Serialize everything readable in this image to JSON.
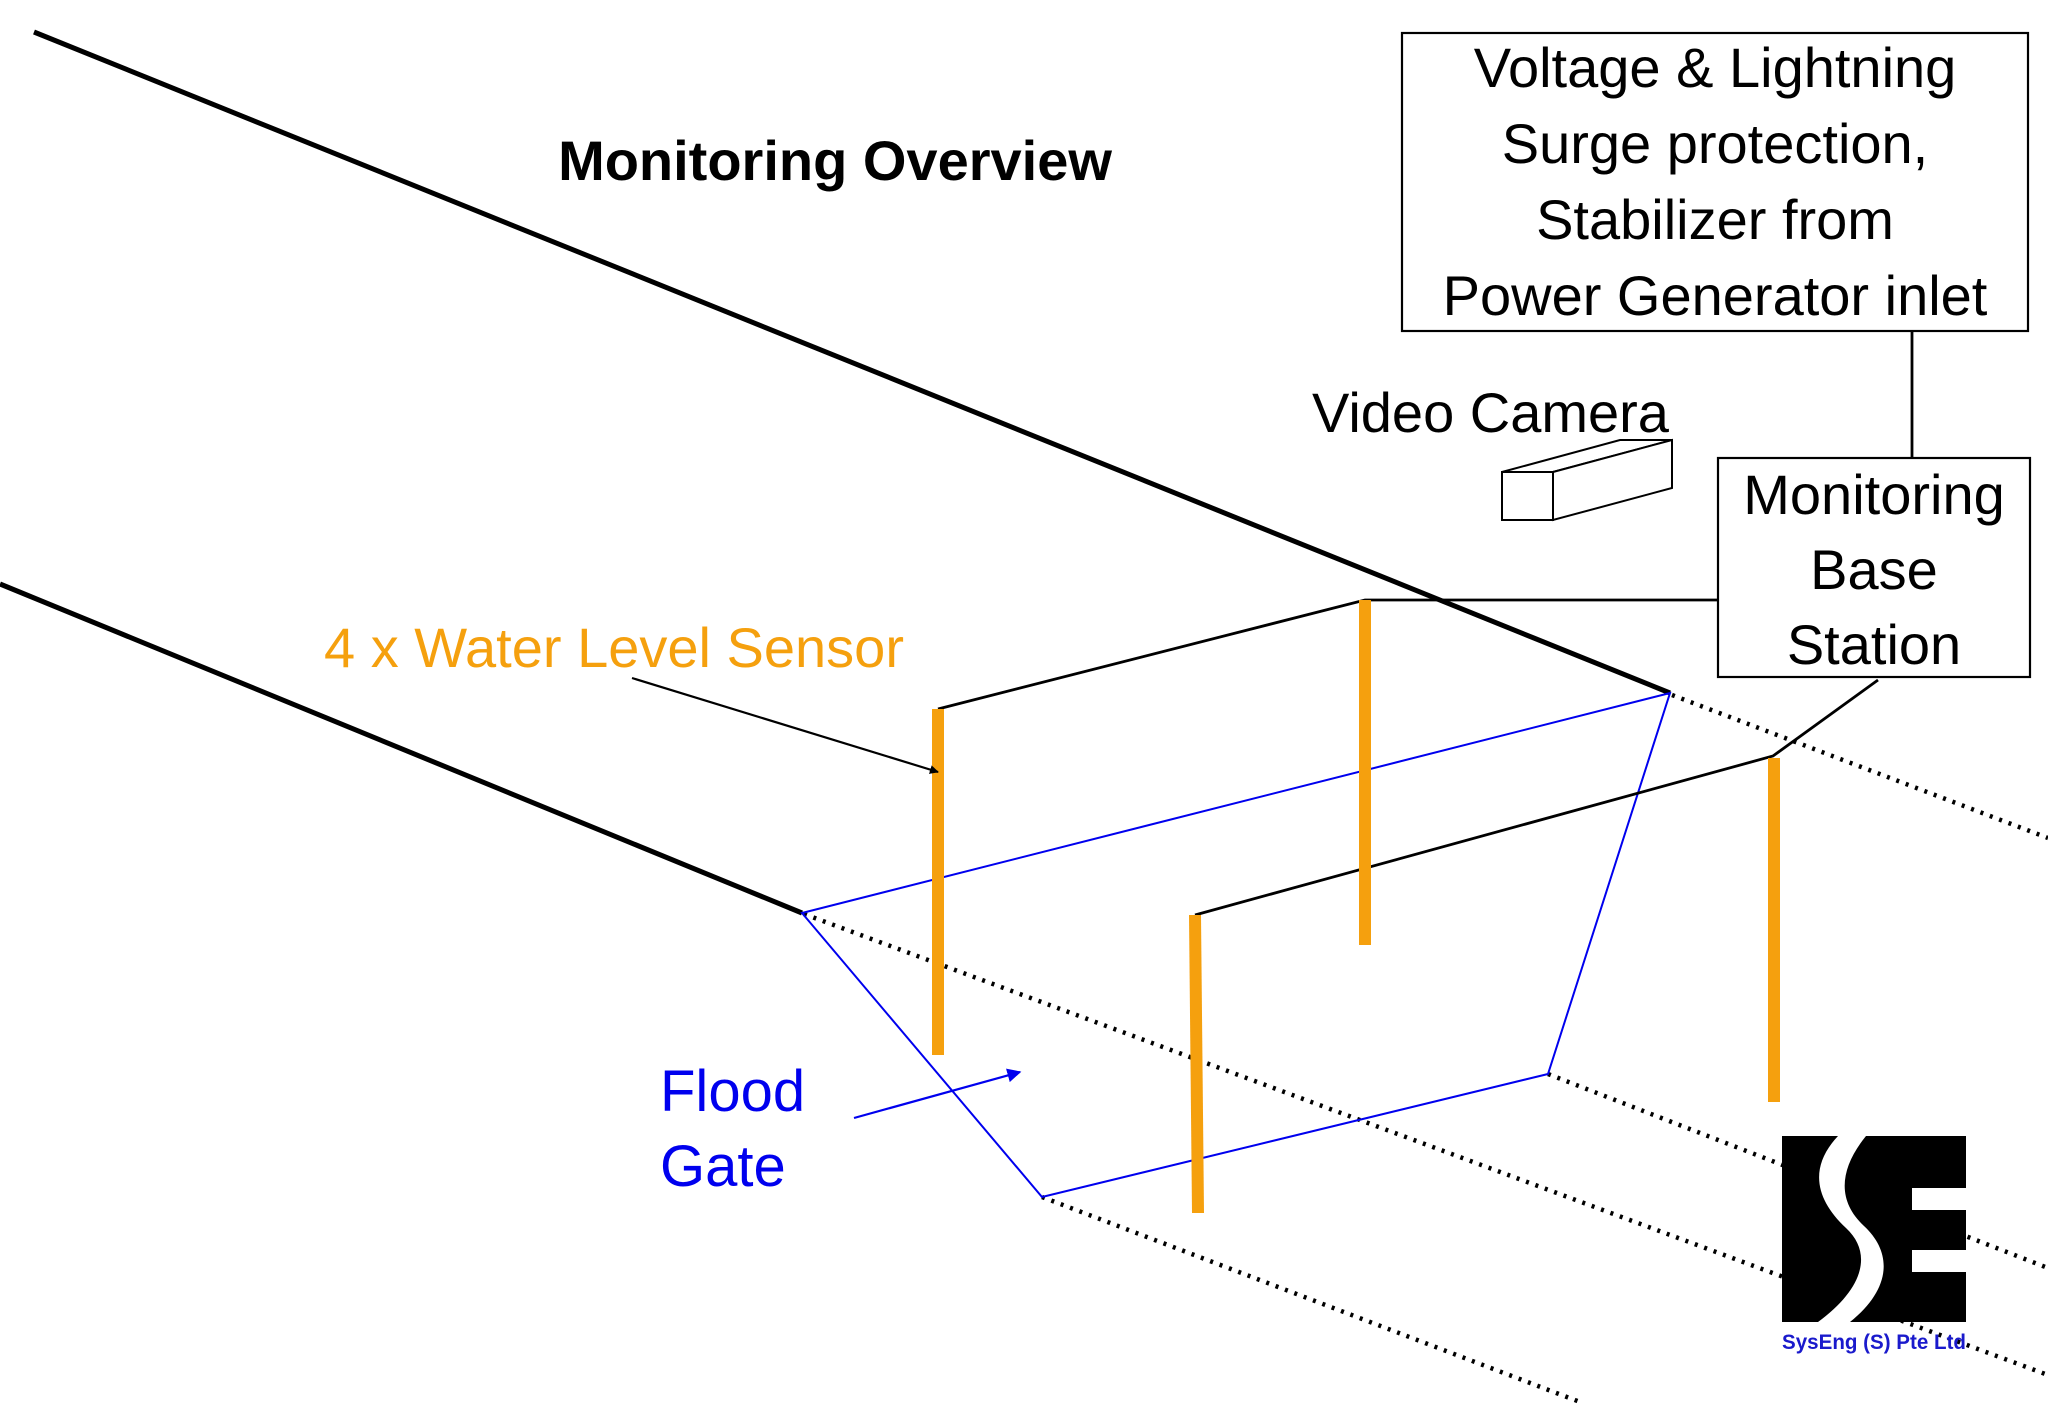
{
  "title": "Monitoring Overview",
  "labels": {
    "surge_box": [
      "Voltage & Lightning",
      "Surge protection,",
      "Stabilizer from",
      "Power Generator inlet"
    ],
    "base_station": [
      "Monitoring",
      "Base",
      "Station"
    ],
    "camera": "Video Camera",
    "sensors": "4 x Water Level Sensor",
    "flood_gate": [
      "Flood",
      "Gate"
    ]
  },
  "logo": {
    "letters": "SE",
    "company": "SysEng (S) Pte Ltd"
  },
  "colors": {
    "sensor": "#f5a00e",
    "flood_gate": "#0000ee",
    "line": "#000000",
    "logo_text": "#1a1acc"
  }
}
